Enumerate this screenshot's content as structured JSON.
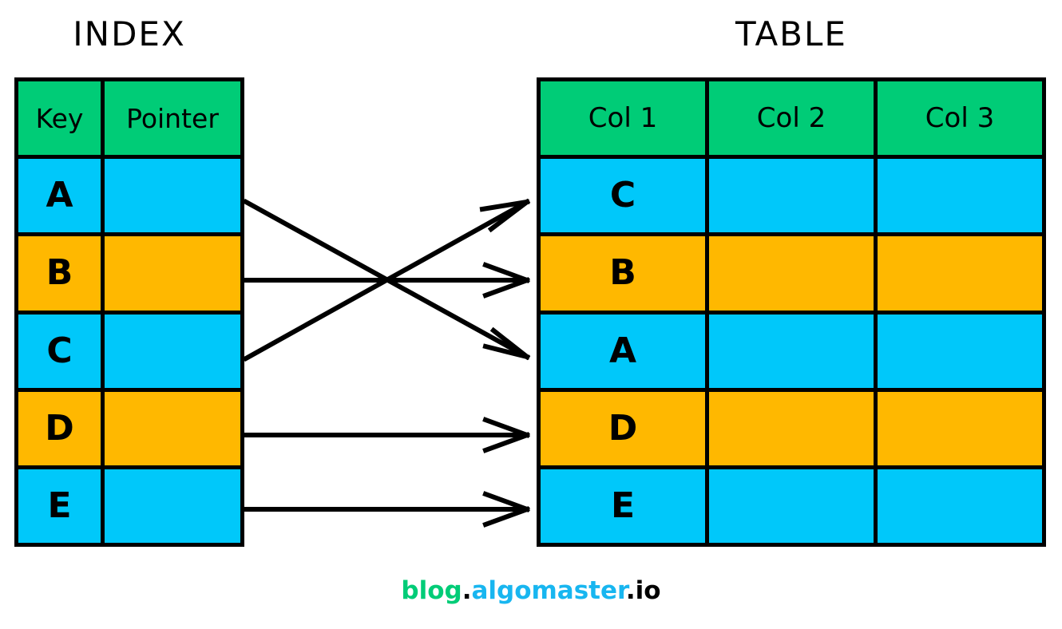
{
  "diagram": {
    "index_panel": {
      "title": "INDEX",
      "columns": [
        "Key",
        "Pointer"
      ],
      "rows": [
        {
          "key": "A",
          "pointer": "",
          "color": "#00C8FA"
        },
        {
          "key": "B",
          "pointer": "",
          "color": "#FFB800"
        },
        {
          "key": "C",
          "pointer": "",
          "color": "#00C8FA"
        },
        {
          "key": "D",
          "pointer": "",
          "color": "#FFB800"
        },
        {
          "key": "E",
          "pointer": "",
          "color": "#00C8FA"
        }
      ]
    },
    "table_panel": {
      "title": "TABLE",
      "columns": [
        "Col 1",
        "Col 2",
        "Col 3"
      ],
      "rows": [
        {
          "col1": "C",
          "col2": "",
          "col3": "",
          "color": "#00C8FA"
        },
        {
          "col1": "B",
          "col2": "",
          "col3": "",
          "color": "#FFB800"
        },
        {
          "col1": "A",
          "col2": "",
          "col3": "",
          "color": "#00C8FA"
        },
        {
          "col1": "D",
          "col2": "",
          "col3": "",
          "color": "#FFB800"
        },
        {
          "col1": "E",
          "col2": "",
          "col3": "",
          "color": "#00C8FA"
        }
      ]
    },
    "pointer_arrows": [
      {
        "from_key": "A",
        "to_row": "A",
        "from_index_row": 0,
        "to_table_row": 2
      },
      {
        "from_key": "B",
        "to_row": "B",
        "from_index_row": 1,
        "to_table_row": 1
      },
      {
        "from_key": "C",
        "to_row": "C",
        "from_index_row": 2,
        "to_table_row": 0
      },
      {
        "from_key": "D",
        "to_row": "D",
        "from_index_row": 3,
        "to_table_row": 3
      },
      {
        "from_key": "E",
        "to_row": "E",
        "from_index_row": 4,
        "to_table_row": 4
      }
    ],
    "colors": {
      "header_green": "#00CC77",
      "row_cyan": "#00C8FA",
      "row_orange": "#FFB800",
      "stroke_black": "#000000",
      "background": "#FFFFFF"
    }
  },
  "footer": {
    "part_blog": "blog",
    "dot_1": ".",
    "part_algomaster": "algomaster",
    "dot_2": ".",
    "part_io": "io",
    "color_blog": "#00CC77",
    "color_algomaster": "#18B6F0",
    "color_dot": "#000000"
  }
}
